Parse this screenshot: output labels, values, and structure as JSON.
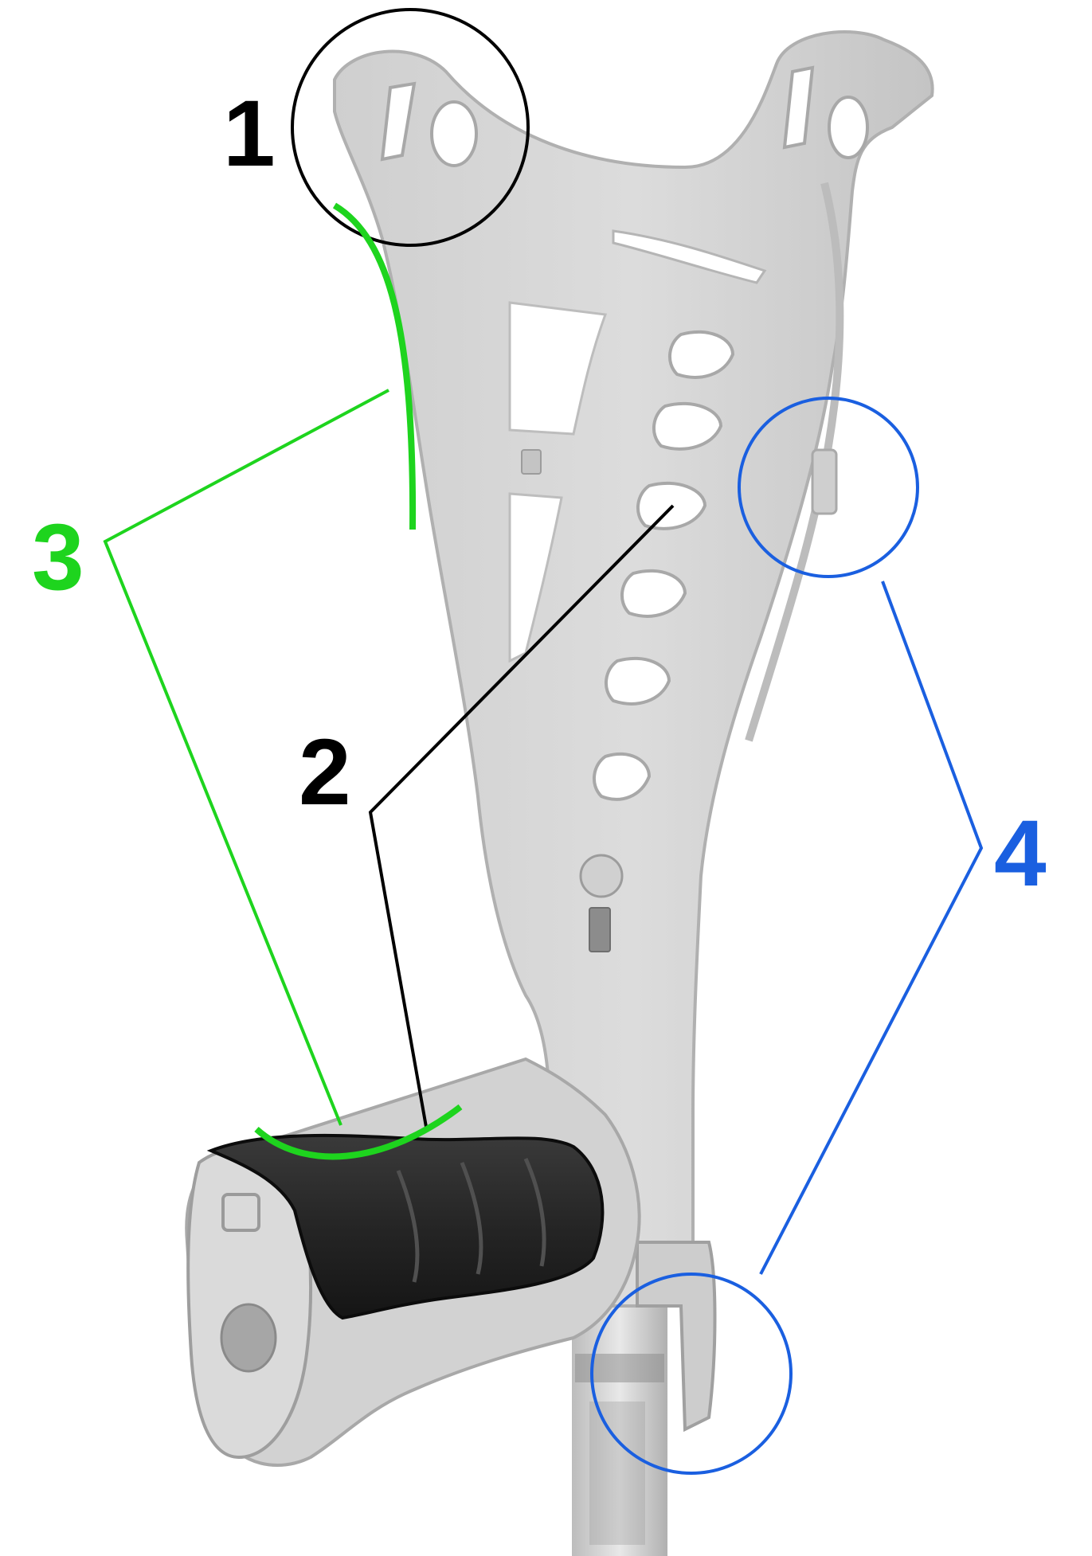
{
  "diagram": {
    "subject": "forearm-crutch-cuff-and-handle",
    "colors": {
      "background": "#ffffff",
      "crutch_body": "#d4d4d4",
      "crutch_shadow": "#b8b8b8",
      "crutch_highlight": "#e6e6e6",
      "grip": "#2a2a2a",
      "grip_shadow": "#111111",
      "tube": "#c8c8c8",
      "callout_black": "#000000",
      "callout_green": "#1ed41e",
      "callout_blue": "#1a5fe0"
    },
    "callouts": [
      {
        "id": "1",
        "label": "1",
        "color": "#000000",
        "marker": "circle"
      },
      {
        "id": "2",
        "label": "2",
        "color": "#000000",
        "marker": "leader-line"
      },
      {
        "id": "3",
        "label": "3",
        "color": "#1ed41e",
        "marker": "bracket-arcs"
      },
      {
        "id": "4",
        "label": "4",
        "color": "#1a5fe0",
        "marker": "bracket-circles"
      }
    ]
  }
}
